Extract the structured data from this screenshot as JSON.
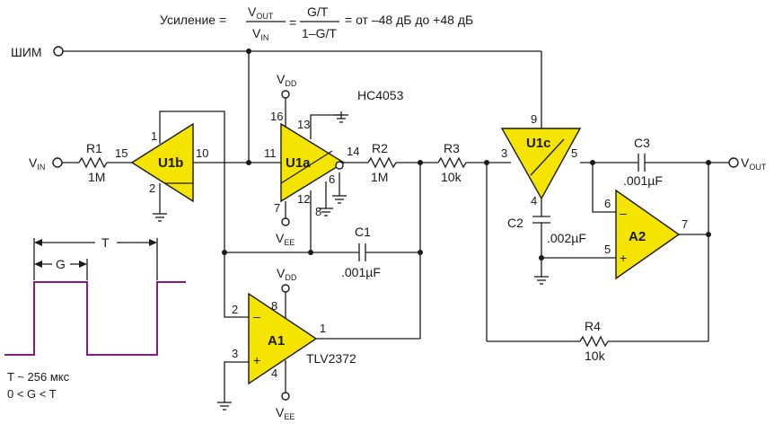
{
  "formula": {
    "gain": "Усиление =",
    "v": "V",
    "out_sub": "OUT",
    "in_sub": "IN",
    "eq": "=",
    "num": "G/T",
    "den": "1–G/T",
    "range": "= от –48 дБ до +48 дБ"
  },
  "pwm_label": "ШИМ",
  "vin": {
    "v": "V",
    "sub": "IN"
  },
  "vout": {
    "v": "V",
    "sub": "OUT"
  },
  "vdd": {
    "v": "V",
    "sub": "DD"
  },
  "vee": {
    "v": "V",
    "sub": "EE"
  },
  "chip": "HC4053",
  "opamp_part": "TLV2372",
  "switches": {
    "u1b": "U1b",
    "u1a": "U1a",
    "u1c": "U1c"
  },
  "opamps": {
    "a1": "A1",
    "a2": "A2"
  },
  "components": {
    "r1": {
      "name": "R1",
      "value": "1M"
    },
    "r2": {
      "name": "R2",
      "value": "1M"
    },
    "r3": {
      "name": "R3",
      "value": "10k"
    },
    "r4": {
      "name": "R4",
      "value": "10k"
    },
    "c1": {
      "name": "C1",
      "value": ".001µF"
    },
    "c2": {
      "name": "C2",
      "value": ".002µF"
    },
    "c3": {
      "name": "C3",
      "value": ".001µF"
    }
  },
  "pins": {
    "u1b_in": "15",
    "u1b_top": "1",
    "u1b_bot": "2",
    "u1b_out": "10",
    "u1a_in": "11",
    "u1a_vdd": "16",
    "u1a_top": "13",
    "u1a_out": "14",
    "u1a_vee": "7",
    "u1a_b12": "12",
    "u1a_b8": "8",
    "u1a_b6": "6",
    "u1c_ctrl": "9",
    "u1c_in": "3",
    "u1c_out": "5",
    "u1c_bot": "4",
    "a1_minus": "2",
    "a1_plus": "3",
    "a1_vdd": "8",
    "a1_vee": "4",
    "a1_out": "1",
    "a2_minus": "6",
    "a2_plus": "5",
    "a2_out": "7"
  },
  "signs": {
    "minus": "–",
    "plus": "+"
  },
  "timing": {
    "t": "T",
    "g": "G",
    "note1": "T ~ 256 мкс",
    "note2": "0 < G < T"
  }
}
